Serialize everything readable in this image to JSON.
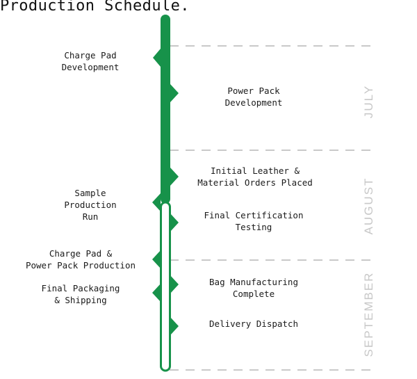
{
  "title": "Production Schedule.",
  "colors": {
    "timeline": "#17924a",
    "month_divider": "#a9a9a9",
    "month_label": "#c8c8c8",
    "text": "#1a1a1a"
  },
  "months": [
    "JULY",
    "AUGUST",
    "SEPTEMBER"
  ],
  "milestones": [
    {
      "id": "charge-pad-development",
      "side": "left",
      "label": "Charge Pad\nDevelopment"
    },
    {
      "id": "power-pack-development",
      "side": "right",
      "label": "Power Pack\nDevelopment"
    },
    {
      "id": "initial-leather-orders",
      "side": "right",
      "label": "Initial Leather &\nMaterial Orders Placed"
    },
    {
      "id": "sample-production-run",
      "side": "left",
      "label": "Sample\nProduction\nRun"
    },
    {
      "id": "final-certification-testing",
      "side": "right",
      "label": "Final Certification\nTesting"
    },
    {
      "id": "charge-pad-power-pack-production",
      "side": "left",
      "label": "Charge Pad &\nPower Pack Production"
    },
    {
      "id": "final-packaging-shipping",
      "side": "left",
      "label": "Final Packaging\n& Shipping"
    },
    {
      "id": "bag-manufacturing-complete",
      "side": "right",
      "label": "Bag Manufacturing\nComplete"
    },
    {
      "id": "delivery-dispatch",
      "side": "right",
      "label": "Delivery Dispatch"
    }
  ]
}
